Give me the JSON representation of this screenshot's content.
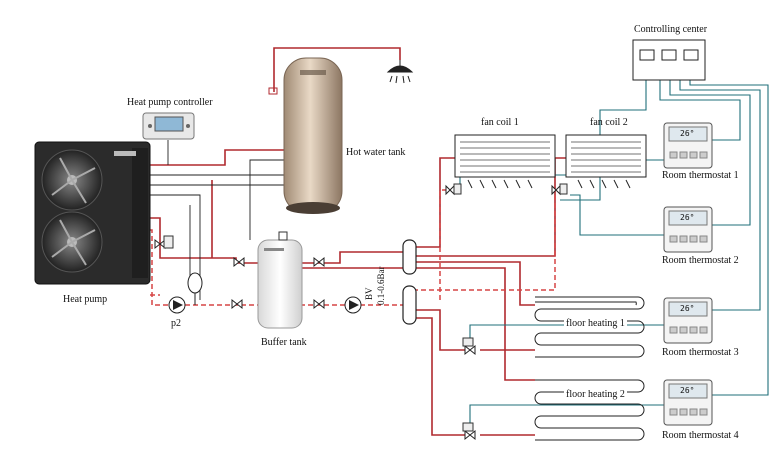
{
  "labels": {
    "controlling_center": "Controlling center",
    "heat_pump_controller": "Heat pump controller",
    "heat_pump": "Heat pump",
    "hot_water_tank": "Hot water tank",
    "buffer_tank": "Buffer tank",
    "fan_coil_1": "fan coil 1",
    "fan_coil_2": "fan coil 2",
    "room_thermostat_1": "Room thermostat 1",
    "room_thermostat_2": "Room thermostat 2",
    "room_thermostat_3": "Room thermostat 3",
    "room_thermostat_4": "Room thermostat 4",
    "floor_heating_1": "floor heating 1",
    "floor_heating_2": "floor heating 2",
    "pump_p2": "p2",
    "bypass_valve": "BV",
    "bypass_pressure": "0.1-0.6Bar"
  },
  "thermostat_display": "26°",
  "colors": {
    "supply": "#b02a2f",
    "return": "#d64545",
    "control_wire": "#1f6f7a",
    "signal_wire": "#222222"
  }
}
